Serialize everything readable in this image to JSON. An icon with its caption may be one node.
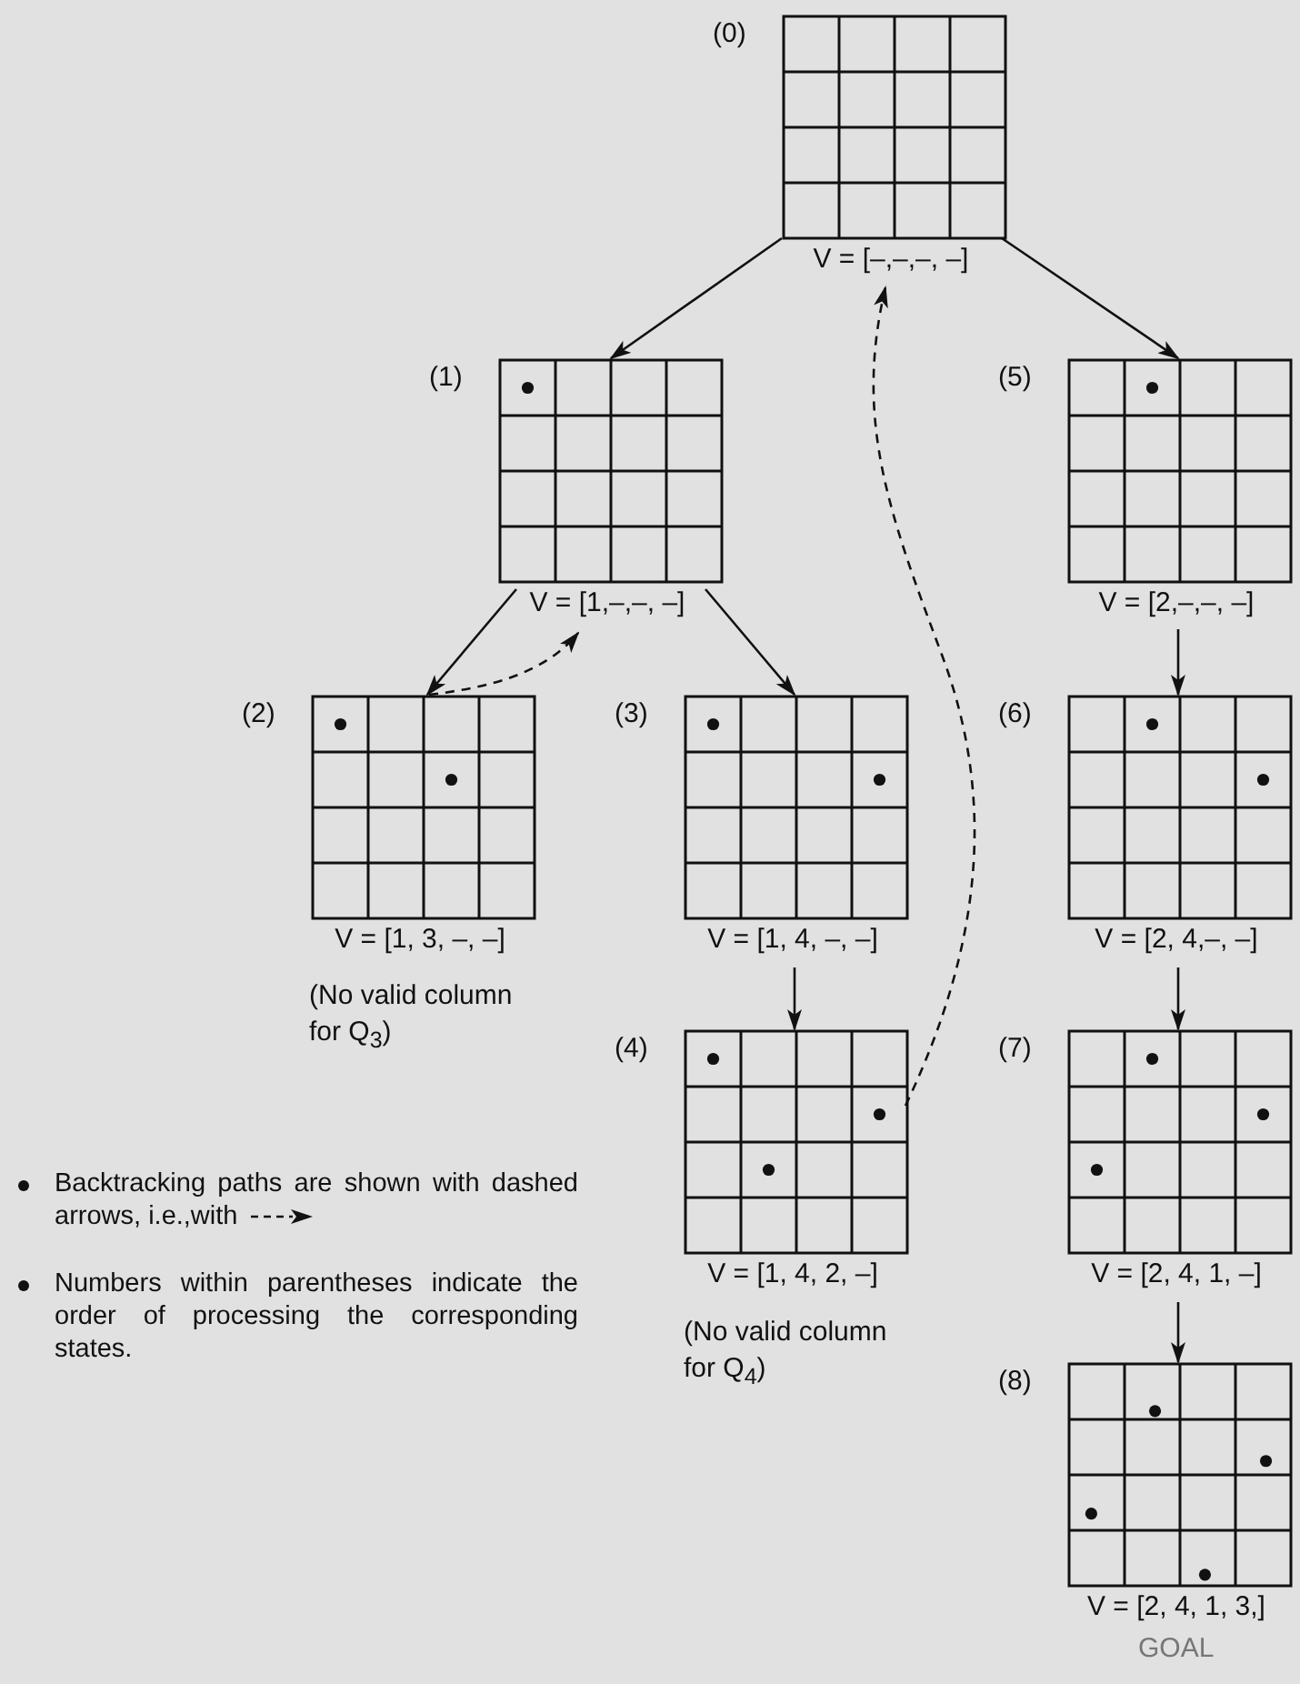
{
  "diagram": {
    "nodes": [
      {
        "text": [
          "(0)",
          "V = [–,–,–, –]"
        ]
      },
      {
        "text": [
          "(1)",
          "V = [1,–,–, –]"
        ]
      },
      {
        "text": [
          "(2)",
          "V = [1, 3, –, –]"
        ],
        "beside": [
          "(No valid column for Q$_{3}$)"
        ]
      },
      {
        "text": [
          "(3)",
          "V = [1, 4, –, –]"
        ]
      },
      {
        "text": [
          "(4)",
          "V = [1, 4, 2, –]"
        ],
        "beside": [
          "(No valid column for Q$_{4}$)"
        ]
      },
      {
        "text": [
          "(5)",
          "V = [2,–,–, –]"
        ]
      },
      {
        "text": [
          "(6)",
          "V = [2, 4,–, –]"
        ]
      },
      {
        "text": [
          "(7)",
          "V = [2, 4, 1, –]"
        ]
      },
      {
        "text": [
          "(8)",
          "V = [2, 4, 1, 3,]"
        ],
        "beside": [
          "GOAL"
        ]
      }
    ],
    "edges": [
      {
        "from": 0,
        "to": 1,
        "arrow": "to"
      },
      {
        "from": 0,
        "to": 5,
        "arrow": "to"
      },
      {
        "from": 1,
        "to": 2,
        "arrow": "to"
      },
      {
        "from": 2,
        "to": 1,
        "arrow": "to",
        "style": "dashed"
      },
      {
        "from": 1,
        "to": 3,
        "arrow": "to"
      },
      {
        "from": 3,
        "to": 4,
        "arrow": "to"
      },
      {
        "from": 4,
        "to": 0,
        "arrow": "to",
        "style": "dashed"
      },
      {
        "from": 5,
        "to": 6,
        "arrow": "to"
      },
      {
        "from": 6,
        "to": 7,
        "arrow": "to"
      },
      {
        "from": 7,
        "to": 8,
        "arrow": "to"
      }
    ],
    "labels": [
      "Backtracking paths are shown with dashed arrows, i.e.,with",
      "Numbers within parentheses indicate the order of processing the corresponding states."
    ]
  }
}
